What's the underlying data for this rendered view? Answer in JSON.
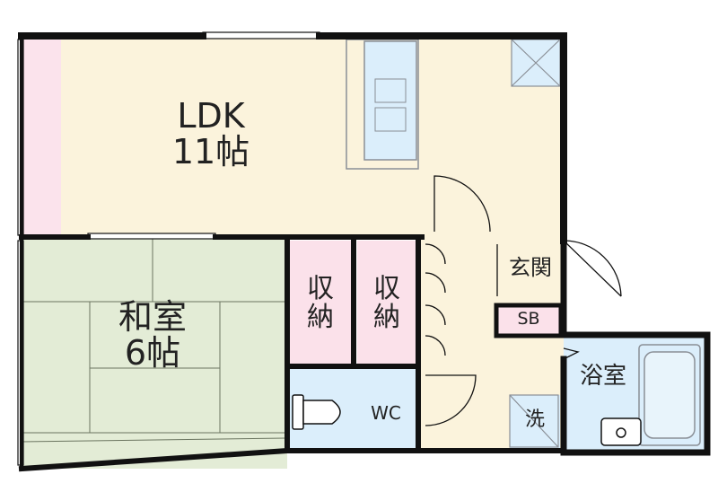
{
  "rooms": {
    "ldk": {
      "name": "LDK",
      "size": "11帖"
    },
    "washitsu": {
      "name": "和室",
      "size": "6帖"
    },
    "storage1": {
      "line1": "収",
      "line2": "納"
    },
    "storage2": {
      "line1": "収",
      "line2": "納"
    },
    "wc": {
      "name": "WC"
    },
    "entrance": {
      "name": "玄関"
    },
    "shoe_box": {
      "name": "SB"
    },
    "bathroom": {
      "name": "浴室"
    },
    "washer": {
      "name": "洗"
    }
  },
  "colors": {
    "ldk": "#fbf3dc",
    "washitsu": "#e3ecd6",
    "storage": "#fbe1ea",
    "wet": "#dbeefb",
    "hall": "#fbf3dc",
    "wall": "#111111",
    "fixture": "#9aa7b3"
  }
}
